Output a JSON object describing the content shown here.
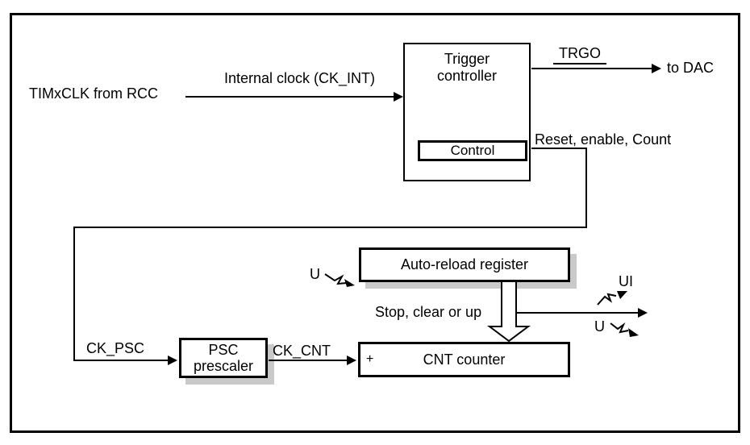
{
  "colors": {
    "line": "#000000",
    "text": "#000000",
    "box_border": "#000000",
    "box_shadow": "#c9c9c9",
    "background": "#ffffff"
  },
  "blocks": {
    "trigger_controller": {
      "line1": "Trigger",
      "line2": "controller"
    },
    "control": {
      "label": "Control"
    },
    "auto_reload_register": {
      "label": "Auto-reload register"
    },
    "psc_prescaler": {
      "line1": "PSC",
      "line2": "prescaler"
    },
    "cnt_counter": {
      "label": "CNT counter",
      "plus_sign": "+"
    }
  },
  "signals": {
    "timxclk": "TIMxCLK from RCC",
    "internal_clock": "Internal clock (CK_INT)",
    "trgo": "TRGO",
    "to_dac": "to DAC",
    "reset_enable_count": "Reset, enable, Count",
    "stop_clear_or_up": "Stop, clear or up",
    "ck_psc": "CK_PSC",
    "ck_cnt": "CK_CNT"
  },
  "events": {
    "update_auto_reload": "U",
    "update_interrupt": "UI",
    "update_counter": "U"
  }
}
